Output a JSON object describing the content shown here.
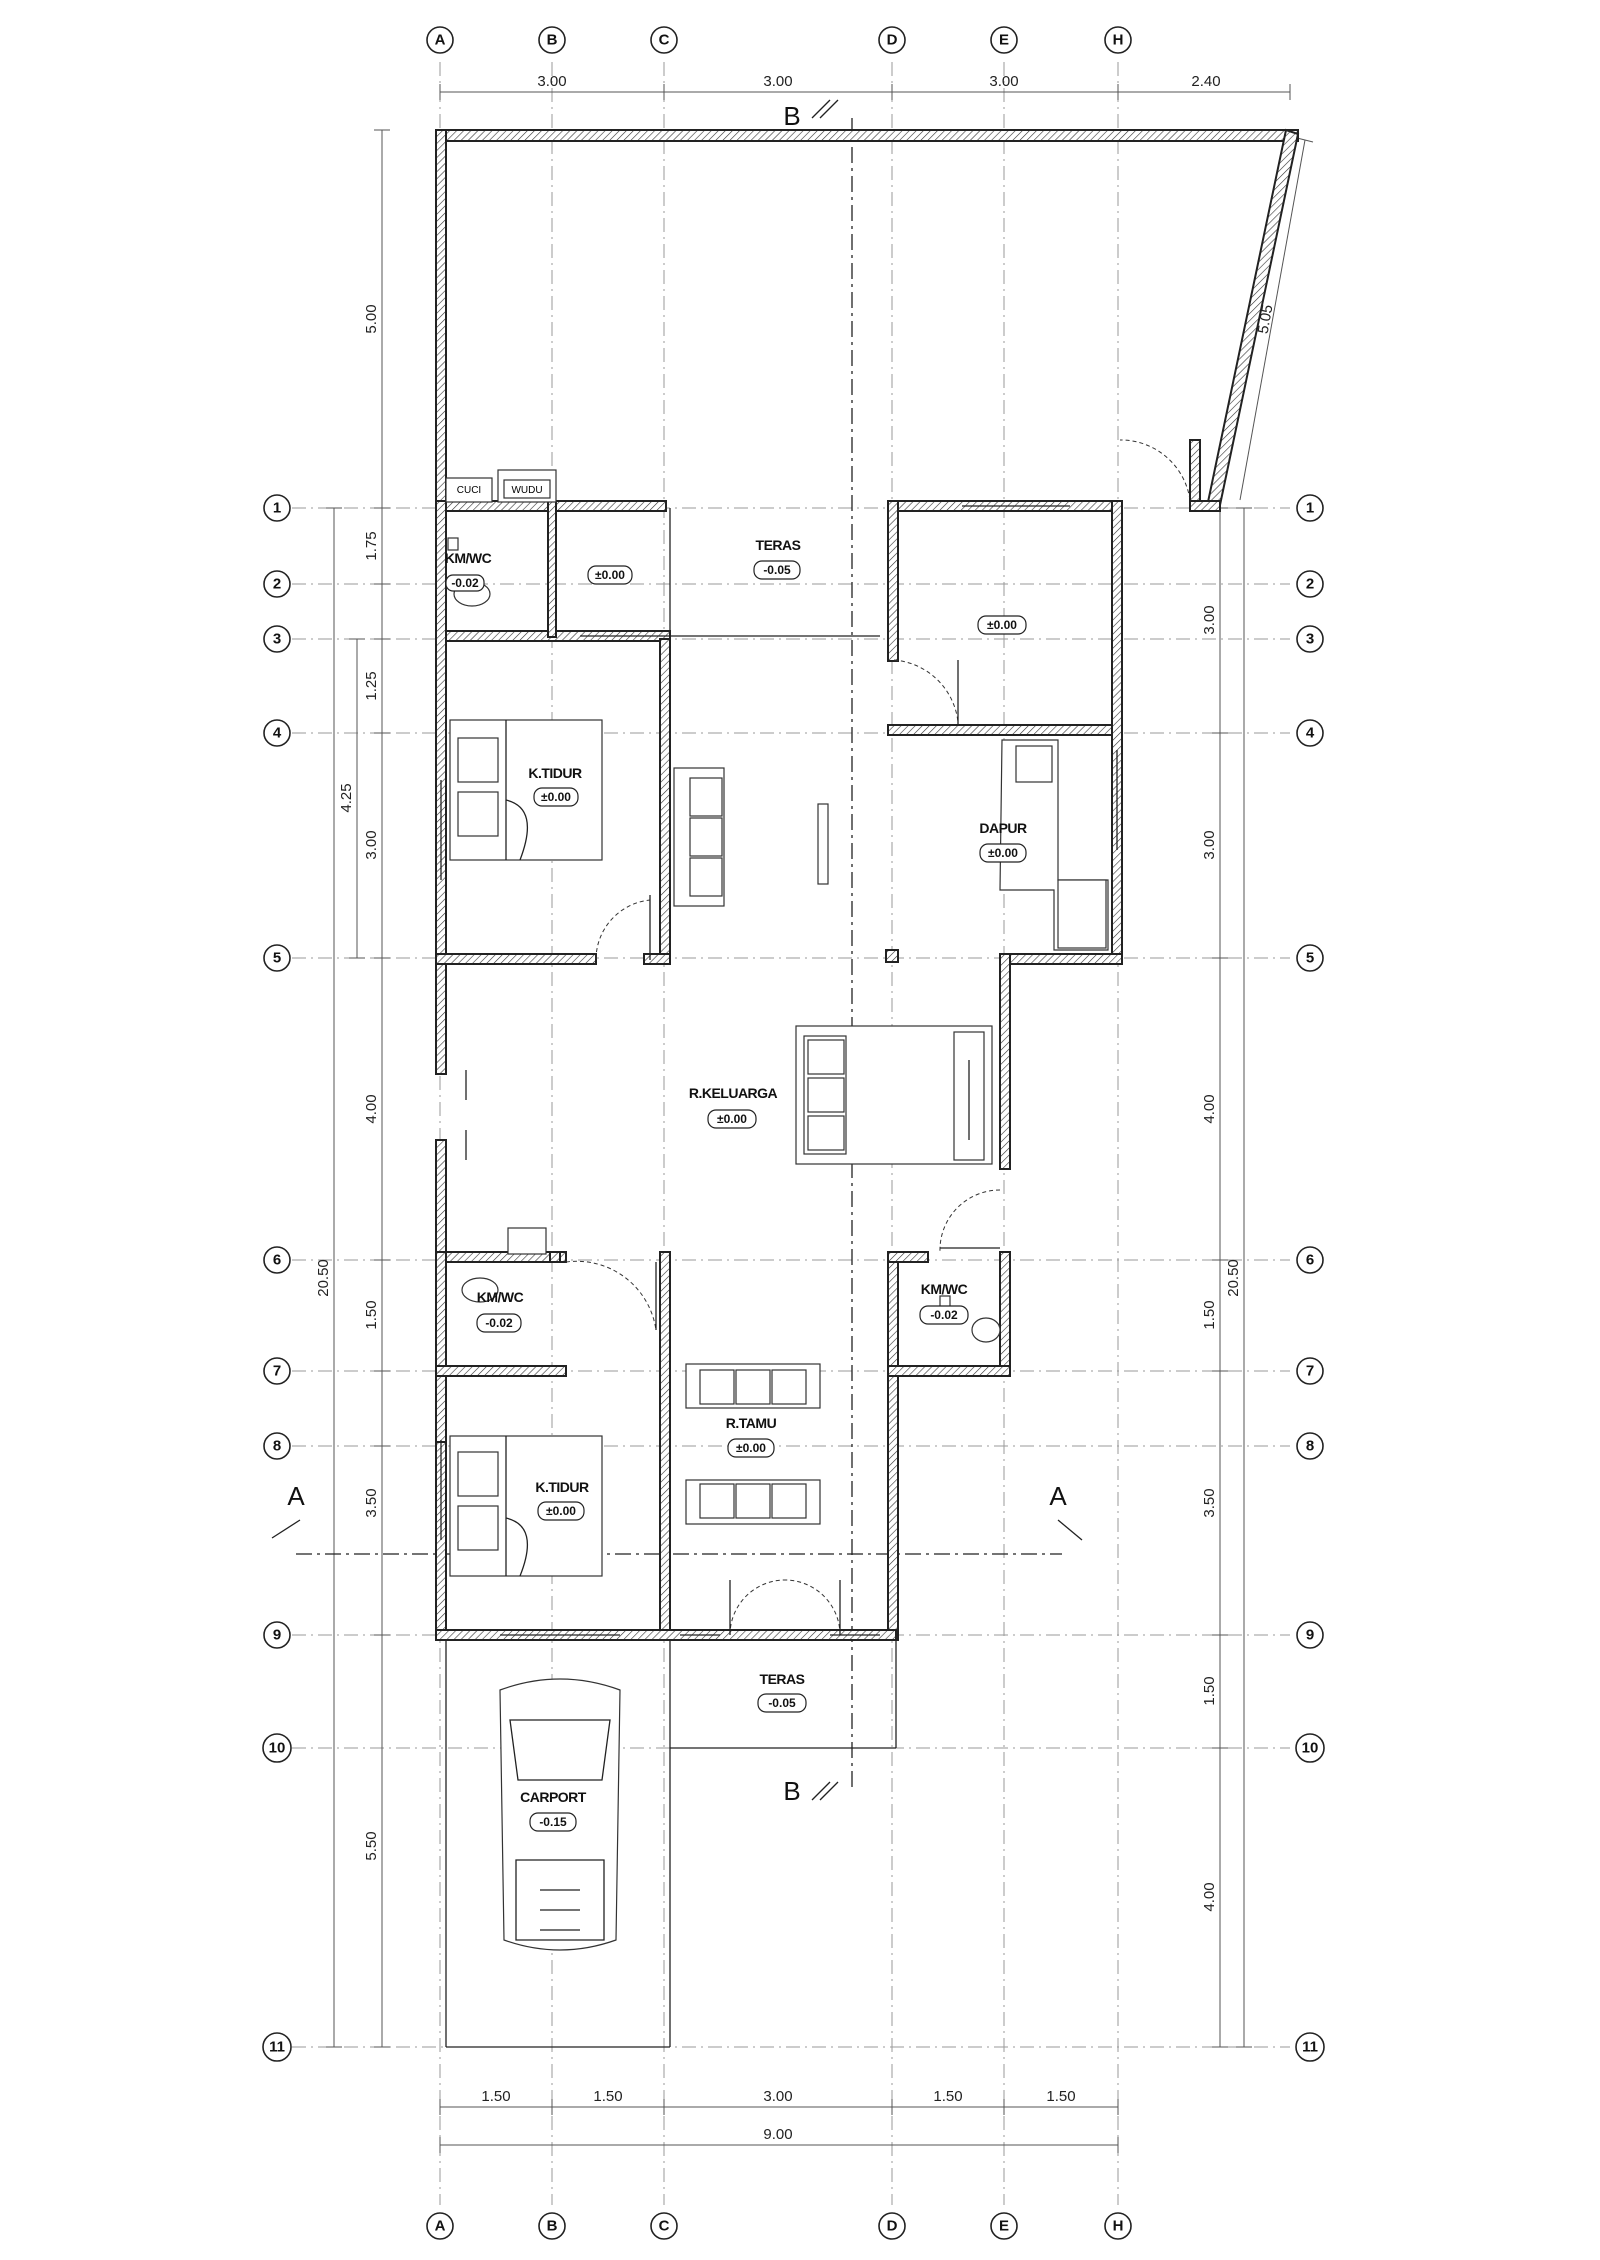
{
  "column_axes": [
    "A",
    "B",
    "C",
    "D",
    "E",
    "H"
  ],
  "row_axes": [
    "1",
    "2",
    "3",
    "4",
    "5",
    "6",
    "7",
    "8",
    "9",
    "10",
    "11"
  ],
  "top_dims": [
    "3.00",
    "3.00",
    "3.00",
    "2.40"
  ],
  "bottom_dims": [
    "1.50",
    "1.50",
    "3.00",
    "1.50",
    "1.50"
  ],
  "bottom_total": "9.00",
  "left_dims": [
    "5.00",
    "1.75",
    "1.25",
    "3.00",
    "4.00",
    "1.50",
    "3.50",
    "5.50"
  ],
  "left_sub_total": "4.25",
  "left_total": "20.50",
  "right_dims": [
    "3.00",
    "3.00",
    "4.00",
    "1.50",
    "3.50",
    "1.50",
    "4.00"
  ],
  "right_total": "20.50",
  "slant_dim": "5.05",
  "sections": {
    "a": "A",
    "b": "B"
  },
  "labels": {
    "cuci": "CUCI",
    "wudu": "WUDU"
  },
  "rooms": [
    {
      "name": "KM/WC",
      "level": "-0.02"
    },
    {
      "name": "",
      "level": "±0.00"
    },
    {
      "name": "TERAS",
      "level": "-0.05"
    },
    {
      "name": "",
      "level": "±0.00"
    },
    {
      "name": "K.TIDUR",
      "level": "±0.00"
    },
    {
      "name": "DAPUR",
      "level": "±0.00"
    },
    {
      "name": "R.KELUARGA",
      "level": "±0.00"
    },
    {
      "name": "KM/WC",
      "level": "-0.02"
    },
    {
      "name": "KM/WC",
      "level": "-0.02"
    },
    {
      "name": "R.TAMU",
      "level": "±0.00"
    },
    {
      "name": "K.TIDUR",
      "level": "±0.00"
    },
    {
      "name": "TERAS",
      "level": "-0.05"
    },
    {
      "name": "CARPORT",
      "level": "-0.15"
    }
  ]
}
